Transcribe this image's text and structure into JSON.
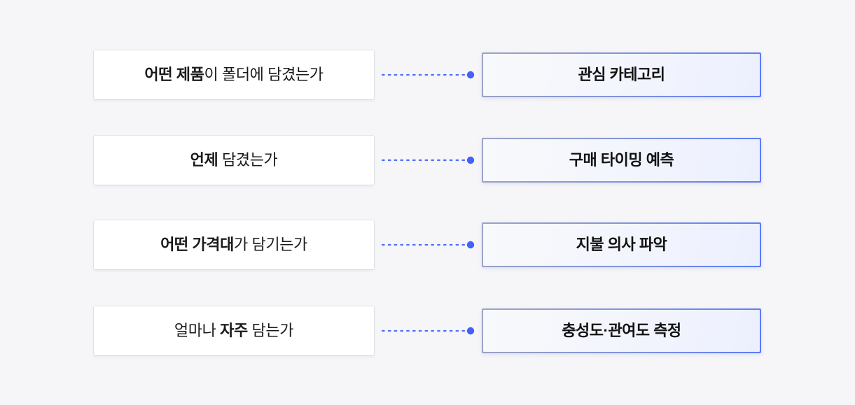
{
  "background_color": "#f6f6f9",
  "connector": {
    "icon": "dashed-line-with-end-dot",
    "line_color": "#4f6ef7",
    "dot_color": "#4361f5",
    "style": "dotted"
  },
  "styles": {
    "question_box_bg": "#ffffff",
    "insight_box_border_start": "#9ba4c6",
    "insight_box_border_end": "#5b7cfa",
    "insight_box_fill_start": "#f8f9fc",
    "insight_box_fill_end": "#ecf0fe",
    "text_color": "#1a1a1a"
  },
  "rows": [
    {
      "question": {
        "full": "어떤 제품이 폴더에 담겼는가",
        "emphasis": "어떤 제품",
        "rest": "이 폴더에 담겼는가",
        "emphasis_first": true
      },
      "insight": "관심 카테고리"
    },
    {
      "question": {
        "full": "언제 담겼는가",
        "emphasis": "언제",
        "rest": " 담겼는가",
        "emphasis_first": true
      },
      "insight": "구매 타이밍 예측"
    },
    {
      "question": {
        "full": "어떤 가격대가 담기는가",
        "emphasis": "어떤 가격대",
        "rest": "가 담기는가",
        "emphasis_first": true
      },
      "insight": "지불 의사 파악"
    },
    {
      "question": {
        "full": "얼마나 자주 담는가",
        "lead": "얼마나 ",
        "emphasis": "자주",
        "rest": " 담는가",
        "emphasis_first": false
      },
      "insight": "충성도·관여도 측정"
    }
  ]
}
